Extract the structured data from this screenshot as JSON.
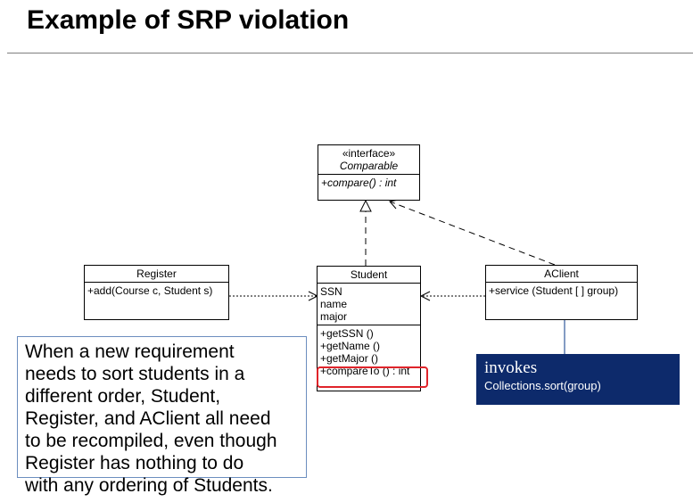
{
  "slide": {
    "title": "Example of SRP violation"
  },
  "diagram": {
    "comparable": {
      "stereotype": "«interface»",
      "name": "Comparable",
      "methods": [
        "+compare() : int"
      ]
    },
    "register": {
      "name": "Register",
      "methods": [
        "+add(Course c, Student s)"
      ]
    },
    "student": {
      "name": "Student",
      "attributes": [
        "SSN",
        "name",
        "major"
      ],
      "methods": [
        "+getSSN ()",
        "+getName ()",
        "+getMajor ()",
        "+compareTo () : int"
      ]
    },
    "aclient": {
      "name": "AClient",
      "methods": [
        "+service (Student [ ] group)"
      ]
    }
  },
  "callout": {
    "keyword": "invokes",
    "call": "Collections.sort(group)"
  },
  "note": {
    "lines": [
      "When a new requirement",
      "needs to sort students in a",
      "different order, Student,",
      "Register, and AClient all need",
      "to be recompiled, even though",
      "Register has nothing to do",
      "with any ordering of Students."
    ]
  },
  "colors": {
    "highlight": "#e0242a",
    "callout_bg": "#0d2a6b",
    "note_border": "#6c8ebf"
  }
}
